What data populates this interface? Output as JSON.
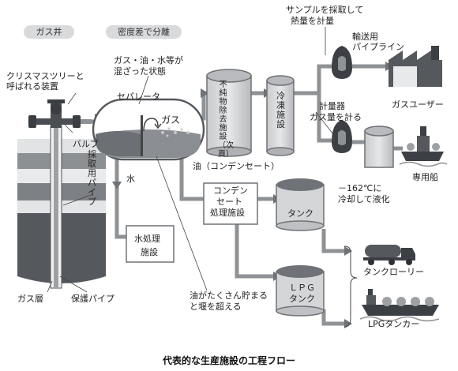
{
  "header": {
    "tag_gas_well": "ガス井",
    "tag_separation": "密度差で分離"
  },
  "wellhead": {
    "name_line1": "クリスマスツリーと",
    "name_line2": "呼ばれる装置",
    "valve": "バルブ"
  },
  "mixture": {
    "line1": "ガス・油・水等が",
    "line2": "混ざった状態"
  },
  "separator": {
    "label": "セパレータ",
    "gas": "ガス",
    "water": "水",
    "oil": "油（コンデンセート）"
  },
  "columns": {
    "impurity_removal": "不純物除去施設（次頁）",
    "refrigeration": "冷凍施設"
  },
  "meter": {
    "sampling_line1": "サンプルを採取して",
    "sampling_line2": "熱量を計量",
    "meter_line1": "計量器",
    "meter_line2": "ガス量を計る"
  },
  "pipeline": {
    "line1": "輸送用",
    "line2": "パイプライン"
  },
  "destinations": {
    "gas_user": "ガスユーザー",
    "dedicated_ship": "専用船",
    "tank_lorry": "タンクローリー",
    "lpg_tanker": "LPGタンカー"
  },
  "liquefaction": {
    "line1": "－162℃に",
    "line2": "冷却して液化"
  },
  "condensate": {
    "line1": "コンデン",
    "line2": "セート",
    "line3": "処理施設",
    "tank": "タンク"
  },
  "lpg_tank": {
    "line1": "ＬＰＧ",
    "line2": "タンク"
  },
  "water_treatment": {
    "line1": "水処理",
    "line2": "施設"
  },
  "overflow": {
    "line1": "油がたくさん貯まる",
    "line2": "と堰を超える"
  },
  "well": {
    "production_pipe": "採取用パイプ",
    "gas_layer": "ガス層",
    "protection_pipe": "保護パイプ"
  },
  "caption": "代表的な生産施設の工程フロー",
  "colors": {
    "pipe": "#8f9295",
    "tank_top": "#6f7276",
    "tank_body": "#d4d5d7",
    "dark": "#3c3f43",
    "rock": "#a9abae"
  }
}
